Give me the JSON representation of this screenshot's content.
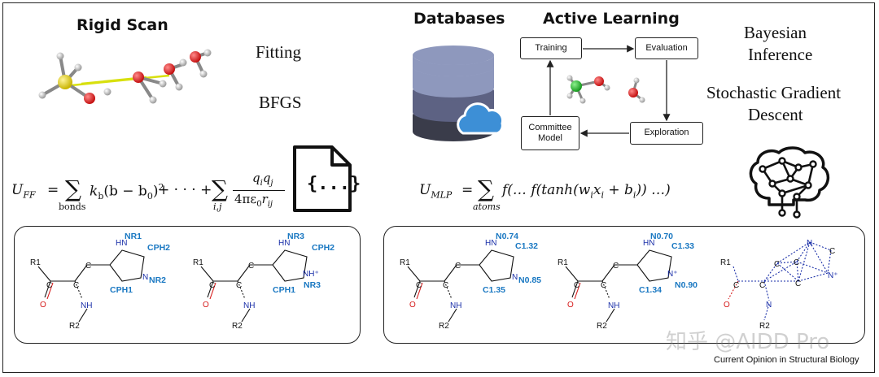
{
  "headers": {
    "rigid_scan": "Rigid Scan",
    "databases": "Databases",
    "active_learning": "Active Learning"
  },
  "methods_left": [
    "Fitting",
    "BFGS"
  ],
  "methods_right": {
    "bayesian": [
      "Bayesian",
      "Inference"
    ],
    "sgd": [
      "Stochastic Gradient",
      "Descent"
    ]
  },
  "active_learning_boxes": {
    "training": "Training",
    "evaluation": "Evaluation",
    "exploration": "Exploration",
    "committee": [
      "Committee",
      "Model"
    ]
  },
  "file_icon_text": "{...}",
  "equations": {
    "uff_lhs": "U",
    "uff_sub": "FF",
    "sum1_sub": "bonds",
    "term1": "k",
    "term1_sub": "b",
    "term1_rest": "(b − b",
    "term1_zero": "0",
    "term1_close": ")",
    "term1_pow": "2",
    "dots": "+ · · · +",
    "sum2_sub": "i,j",
    "frac_num": "q",
    "frac_num_i": "i",
    "frac_num_j": "j",
    "frac_den": "4πε",
    "frac_den_0": "0",
    "frac_den_r": "r",
    "frac_den_ij": "ij",
    "umlp_lhs": "U",
    "umlp_sub": "MLP",
    "sum3_sub": "atoms",
    "mlp_rhs": "f(… f(tanh(w",
    "mlp_i1": "i",
    "mlp_x": "x",
    "mlp_i2": "i",
    "mlp_b": " + b",
    "mlp_i3": "i",
    "mlp_end": ")) …)"
  },
  "eq_symbols": {
    "equals": "=",
    "sum": "∑"
  },
  "left_panel": {
    "mol1": {
      "r1": "R1",
      "r2": "R2",
      "c": "C",
      "o": "O",
      "nh": "NH",
      "hn": "HN",
      "n": "N",
      "labels": [
        "NR1",
        "CPH2",
        "NR2",
        "CPH1"
      ]
    },
    "mol2": {
      "r1": "R1",
      "r2": "R2",
      "c": "C",
      "o": "O",
      "nh": "NH",
      "hn": "HN",
      "nplus": "NH⁺",
      "labels": [
        "NR3",
        "CPH2",
        "NR3",
        "CPH1"
      ]
    }
  },
  "right_panel": {
    "mol1": {
      "r1": "R1",
      "r2": "R2",
      "c": "C",
      "o": "O",
      "nh": "NH",
      "hn": "HN",
      "n": "N",
      "labels": [
        "N0.74",
        "C1.32",
        "N0.85",
        "C1.35"
      ]
    },
    "mol2": {
      "r1": "R1",
      "r2": "R2",
      "c": "C",
      "o": "O",
      "nh": "NH",
      "hn": "HN",
      "nplus": "N⁺",
      "labels": [
        "N0.70",
        "C1.33",
        "N0.90",
        "C1.34"
      ]
    },
    "mol3": {
      "r1": "R1",
      "r2": "R2",
      "c": "C",
      "o": "O",
      "n": "N",
      "nplus": "N⁺"
    }
  },
  "watermark": "知乎 @AIDD Pro",
  "caption": "Current Opinion in Structural Biology",
  "colors": {
    "blue_label": "#1a78c2",
    "oxygen": "#d61b1b",
    "nitrogen": "#1a2fa8",
    "db_top": "#8e98bd",
    "db_mid": "#5d6283",
    "db_bot": "#3a3c4a",
    "cloud": "#3d8fd6",
    "sulfur": "#e8d21a",
    "bond_yellow": "#d8e00e",
    "chlorine": "#2ec23a"
  }
}
